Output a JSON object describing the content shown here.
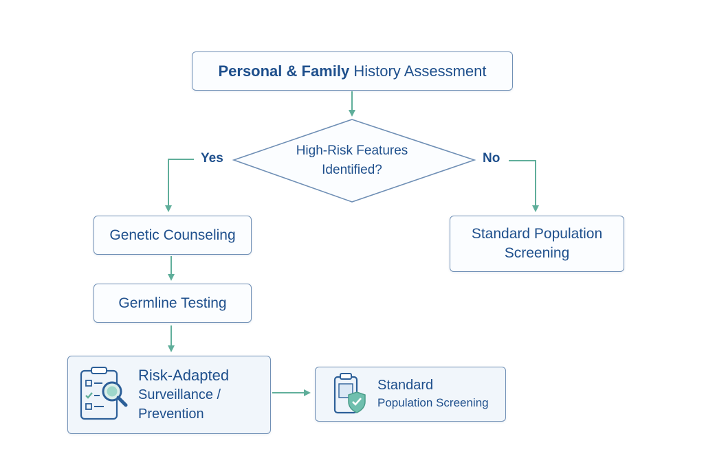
{
  "nodes": {
    "assessment": {
      "bold": "Personal & Family",
      "rest": "History Assessment"
    },
    "decision": {
      "line1": "High-Risk Features",
      "line2": "Identified?"
    },
    "counseling": {
      "label": "Genetic Counseling"
    },
    "germline": {
      "label": "Germline Testing"
    },
    "standard_top": {
      "line1": "Standard Population",
      "line2": "Screening"
    },
    "risk_adapted": {
      "line1": "Risk-Adapted",
      "line2": "Surveillance /",
      "line3": "Prevention",
      "icon": "checklist-magnifier-icon"
    },
    "standard_bottom": {
      "line1": "Standard",
      "line2": "Population Screening",
      "icon": "clipboard-shield-check-icon"
    }
  },
  "branches": {
    "yes": "Yes",
    "no": "No"
  },
  "colors": {
    "text": "#1e4f8c",
    "border": "#6f8fb5",
    "arrow": "#5fae9a",
    "accent": "#6fbfae"
  }
}
